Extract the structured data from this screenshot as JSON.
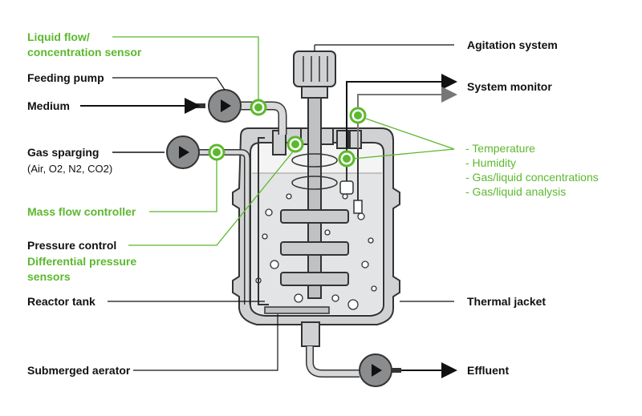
{
  "labels": {
    "liquid_flow_line1": "Liquid flow/",
    "liquid_flow_line2": "concentration sensor",
    "feeding_pump": "Feeding pump",
    "medium": "Medium",
    "gas_sparging": "Gas sparging",
    "gas_list": "(Air, O2, N2, CO2)",
    "mass_flow": "Mass flow controller",
    "pressure_control": "Pressure control",
    "diff_pressure_line1": "Differential pressure",
    "diff_pressure_line2": "sensors",
    "reactor_tank": "Reactor tank",
    "submerged_aerator": "Submerged aerator",
    "agitation": "Agitation system",
    "system_monitor": "System monitor",
    "thermal_jacket": "Thermal jacket",
    "effluent": "Effluent"
  },
  "sensor_list": [
    "- Temperature",
    "- Humidity",
    "- Gas/liquid concentrations",
    "- Gas/liquid analysis"
  ],
  "colors": {
    "accent_green": "#5cb82e",
    "text": "#111111",
    "vessel_fill": "#cfd1d3",
    "liquid_fill": "#e6e7e8",
    "outline": "#333333"
  },
  "icons": [
    "play-triangle-icon",
    "sensor-dot-icon",
    "arrow-right-icon"
  ]
}
